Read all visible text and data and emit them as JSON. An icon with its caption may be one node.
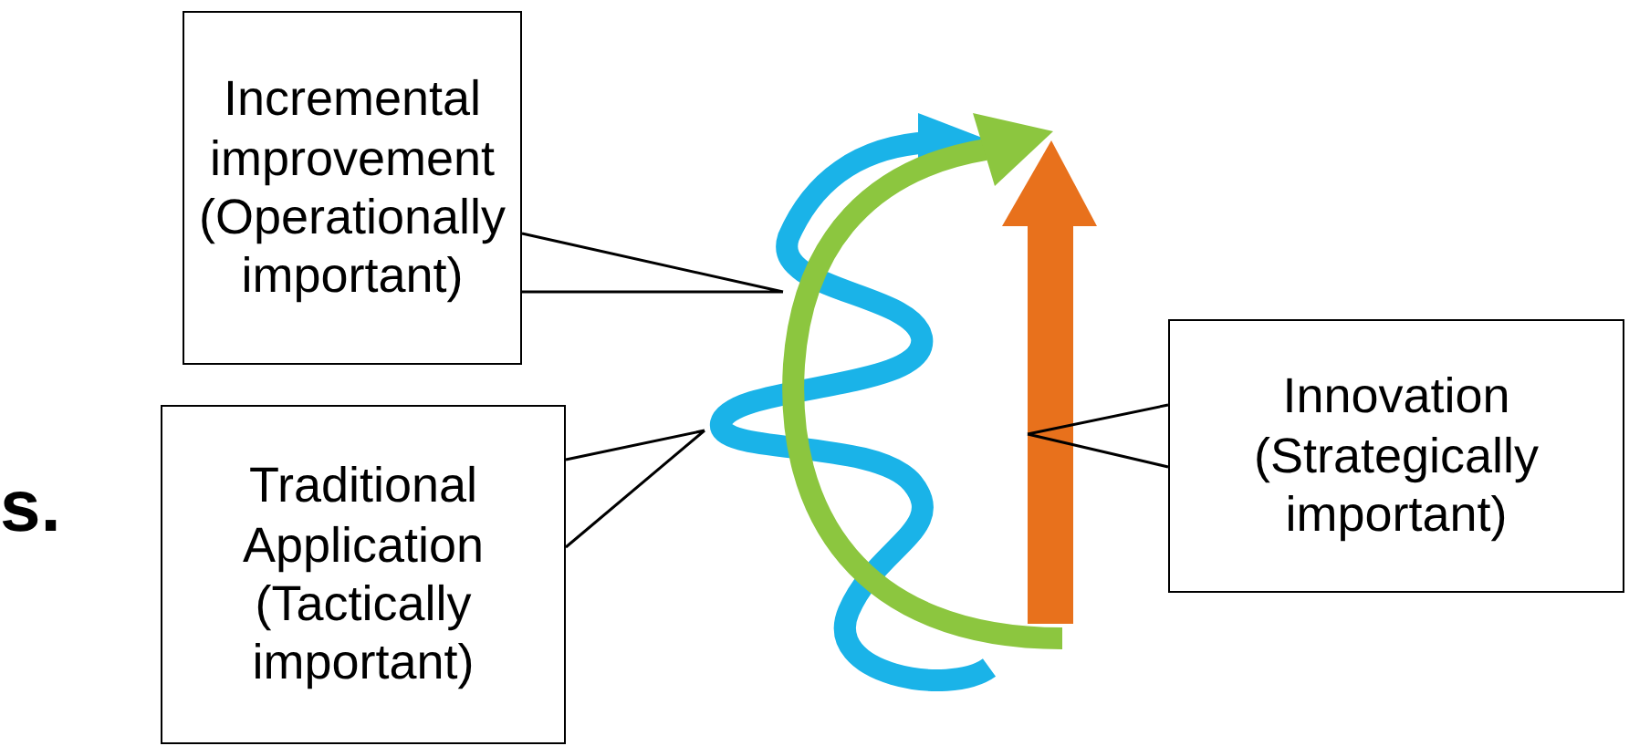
{
  "diagram": {
    "nodes": [
      {
        "text": [
          "Incremental improvement",
          "(Operationally important)"
        ]
      },
      {
        "text": [
          "Traditional Application",
          "(Tactically important)"
        ]
      },
      {
        "text": [
          "Innovation",
          "(Strategically important)"
        ]
      },
      {
        "text": [],
        "shape": "arrow"
      },
      {
        "text": [],
        "shape": "arrow"
      },
      {
        "text": [],
        "shape": "arrow"
      }
    ],
    "edges": [
      {
        "from": 0,
        "to": 4,
        "arrow": "none"
      },
      {
        "from": 1,
        "to": 3,
        "arrow": "none"
      },
      {
        "from": 2,
        "to": 5,
        "arrow": "none"
      }
    ],
    "labels": [
      "s."
    ]
  }
}
